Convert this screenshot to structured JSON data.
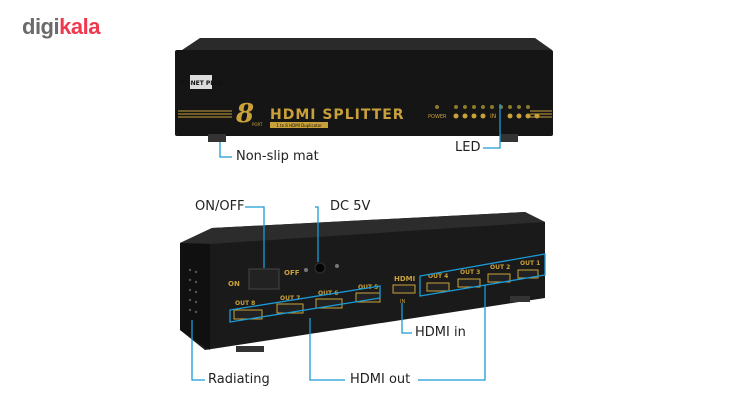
{
  "brand": {
    "part1": "digi",
    "part2": "kala"
  },
  "front_device": {
    "maker": "MT-NET PLUS",
    "port_count": "8",
    "port_word": "PORT",
    "title": "HDMI SPLITTER",
    "subtitle": "1 to 8 HDMI Duplicator",
    "power": "POWER",
    "in": "IN"
  },
  "back_device": {
    "on": "ON",
    "off": "OFF",
    "hdmi": "HDMI",
    "in": "IN",
    "outs": [
      "OUT 8",
      "OUT 7",
      "OUT 6",
      "OUT 5",
      "OUT 4",
      "OUT 3",
      "OUT 2",
      "OUT 1"
    ]
  },
  "callouts": {
    "non_slip": "Non-slip mat",
    "led": "LED",
    "on_off": "ON/OFF",
    "dc": "DC 5V",
    "hdmi_in": "HDMI in",
    "radiating": "Radiating",
    "hdmi_out": "HDMI out"
  },
  "colors": {
    "callout": "#1b9ad6",
    "gold": "#c9a13a",
    "body": "#161616"
  }
}
